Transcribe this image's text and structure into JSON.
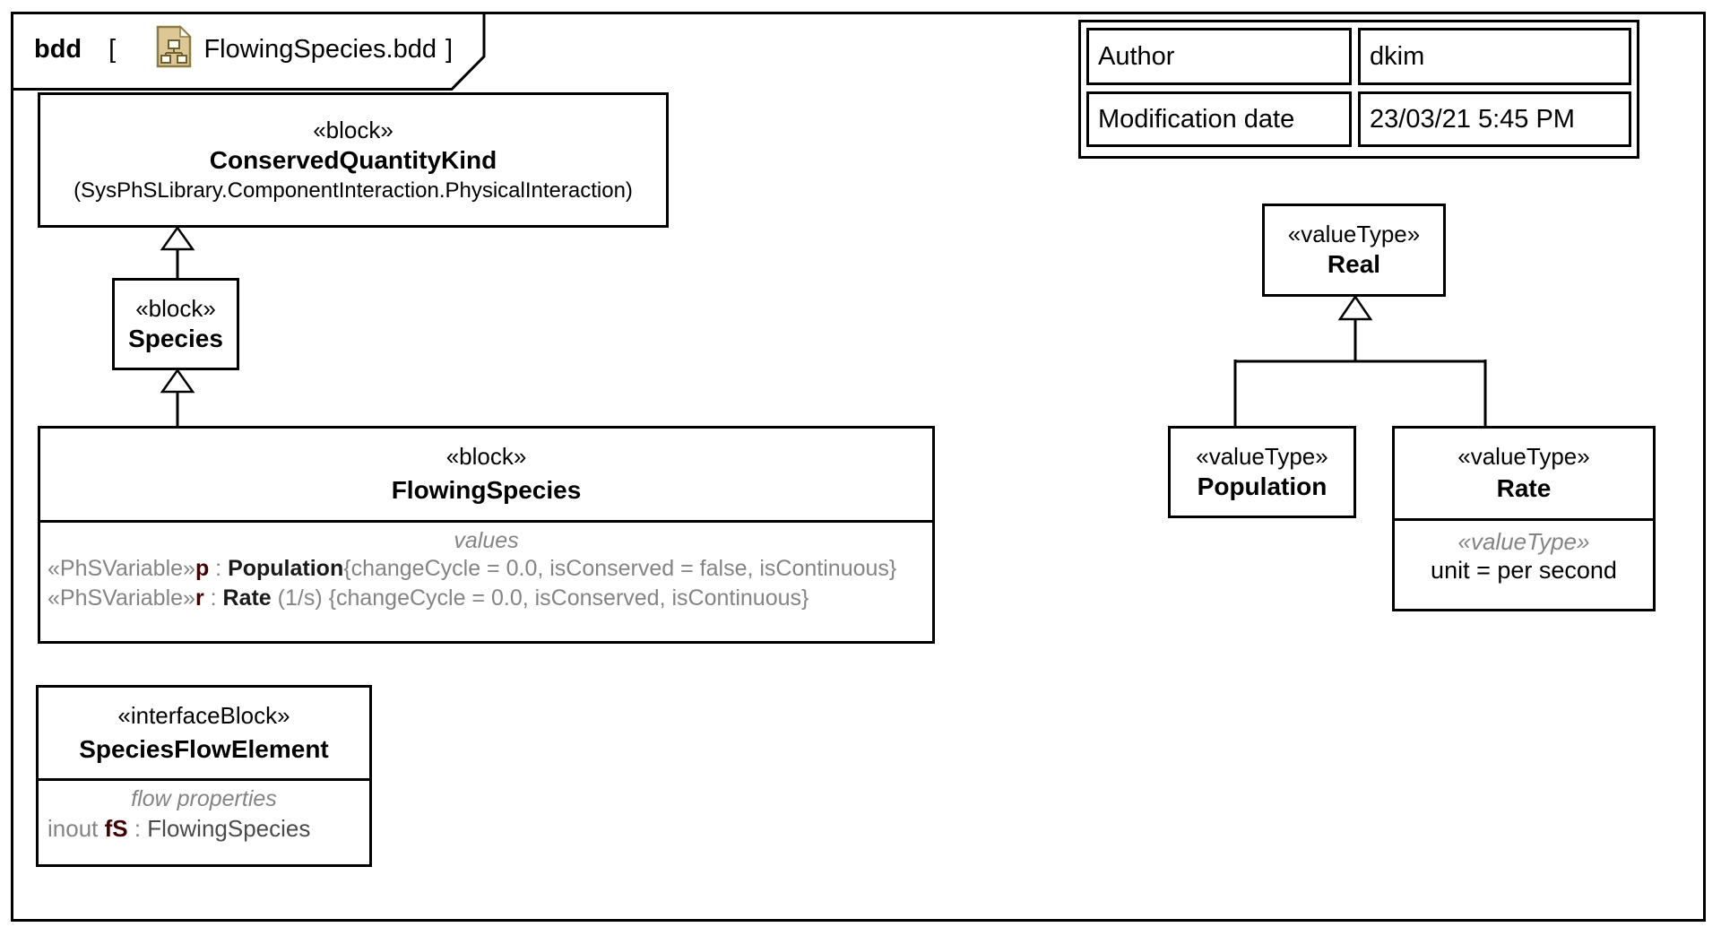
{
  "tab": {
    "kind": "bdd",
    "bracket_open": "[",
    "diagram_name": "FlowingSpecies.bdd",
    "bracket_close": "]",
    "icon": "bdd-diagram-icon"
  },
  "info_table": {
    "rows": [
      {
        "label": "Author",
        "value": "dkim"
      },
      {
        "label": "Modification date",
        "value": "23/03/21 5:45 PM"
      }
    ]
  },
  "blocks": {
    "conserved_quantity_kind": {
      "stereotype": "«block»",
      "name": "ConservedQuantityKind",
      "qualifier": "(SysPhSLibrary.ComponentInteraction.PhysicalInteraction)"
    },
    "species": {
      "stereotype": "«block»",
      "name": "Species"
    },
    "flowing_species": {
      "stereotype": "«block»",
      "name": "FlowingSpecies",
      "compartment_label": "values",
      "values": [
        {
          "stereotype": "«PhSVariable»",
          "name": "p",
          "separator": " : ",
          "type": "Population",
          "unit": "",
          "tags": "{changeCycle = 0.0, isConserved = false, isContinuous}"
        },
        {
          "stereotype": "«PhSVariable»",
          "name": "r",
          "separator": " : ",
          "type": "Rate",
          "unit": " (1/s) ",
          "tags": "{changeCycle = 0.0, isConserved, isContinuous}"
        }
      ]
    },
    "species_flow_element": {
      "stereotype": "«interfaceBlock»",
      "name": "SpeciesFlowElement",
      "compartment_label": "flow properties",
      "flow_properties": [
        {
          "direction": "inout ",
          "name": "fS",
          "separator": " : ",
          "type": "FlowingSpecies"
        }
      ]
    },
    "real": {
      "stereotype": "«valueType»",
      "name": "Real"
    },
    "population": {
      "stereotype": "«valueType»",
      "name": "Population"
    },
    "rate": {
      "stereotype": "«valueType»",
      "name": "Rate",
      "compartment_stereotype": "«valueType»",
      "unit_line": "unit = per second"
    }
  },
  "colors": {
    "border": "#000000",
    "stereotype_gray": "#848484",
    "property_name_maroon": "#400000",
    "icon_tan": "#dcc795",
    "icon_border": "#8c7b45"
  }
}
